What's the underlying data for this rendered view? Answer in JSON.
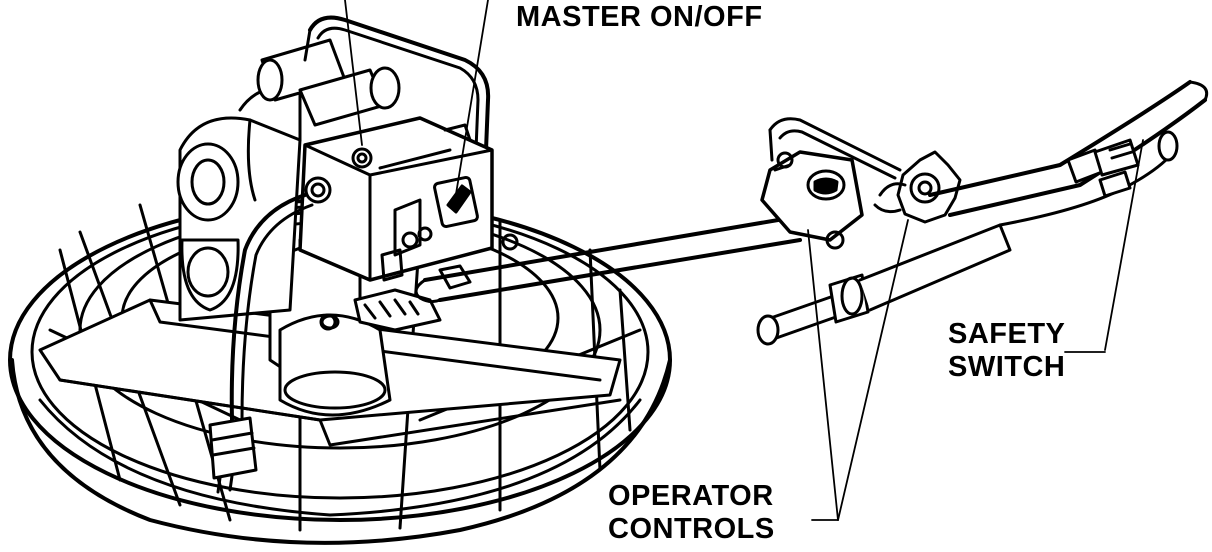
{
  "callouts": {
    "master": {
      "line1": "MASTER ON/OFF"
    },
    "safety": {
      "line1": "SAFETY",
      "line2": "SWITCH"
    },
    "operator": {
      "line1": "OPERATOR",
      "line2": "CONTROLS"
    }
  },
  "colors": {
    "ink": "#000000",
    "paper": "#ffffff",
    "shade": "#e6e6e6"
  }
}
